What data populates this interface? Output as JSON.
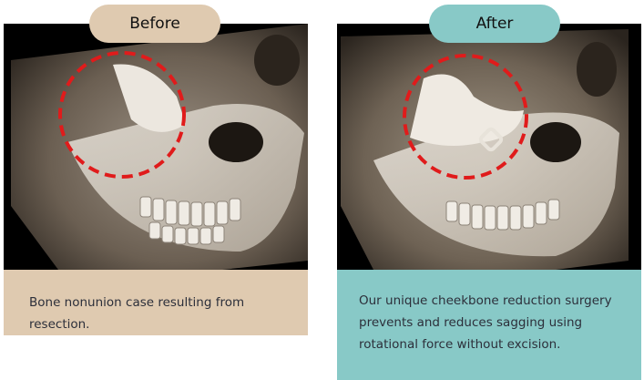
{
  "before": {
    "label": "Before",
    "caption": "Bone nonunion case resulting from resection.",
    "panel_color": "#dfcab0",
    "image_alt": "3D CT scan of skull with red dashed circle highlighting fractured cheekbone region"
  },
  "after": {
    "label": "After",
    "caption": "Our unique cheekbone reduction surgery prevents and reduces sagging using rotational force without excision.",
    "panel_color": "#88c9c7",
    "image_alt": "3D CT scan of skull with red dashed circle highlighting repaired cheekbone with fixation plate"
  },
  "highlight_color": "#e01b1b"
}
